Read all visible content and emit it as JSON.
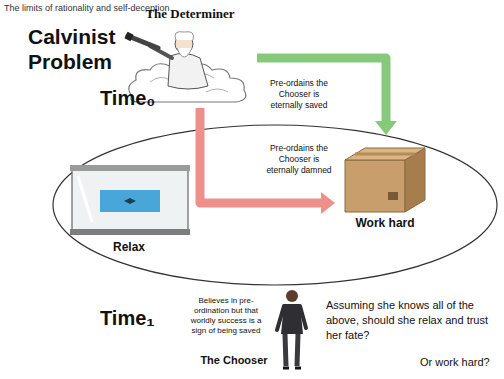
{
  "diagram": {
    "title": "Calvinist Problem",
    "nodes": [
      {
        "text": [
          "The Determiner"
        ]
      },
      {
        "text": [
          "Relax"
        ]
      },
      {
        "text": [
          "Work hard"
        ]
      },
      {
        "text": [
          "Believes in pre-ordination but that worldly success is a sign of being saved",
          "The Chooser"
        ]
      }
    ],
    "edges": [
      {
        "from": 0,
        "to": 2,
        "arrow": "to",
        "label": "Pre-ordains the Chooser is eternally saved"
      },
      {
        "from": 0,
        "to": 2,
        "arrow": "to",
        "label": "Pre-ordains the Chooser is eternally damned"
      }
    ],
    "labels": [
      "The limits of rationality and self-deception",
      "Time₀",
      "Time₁",
      "Assuming she knows all of the above, should she relax and trust her fate?",
      "Or work hard?"
    ]
  }
}
